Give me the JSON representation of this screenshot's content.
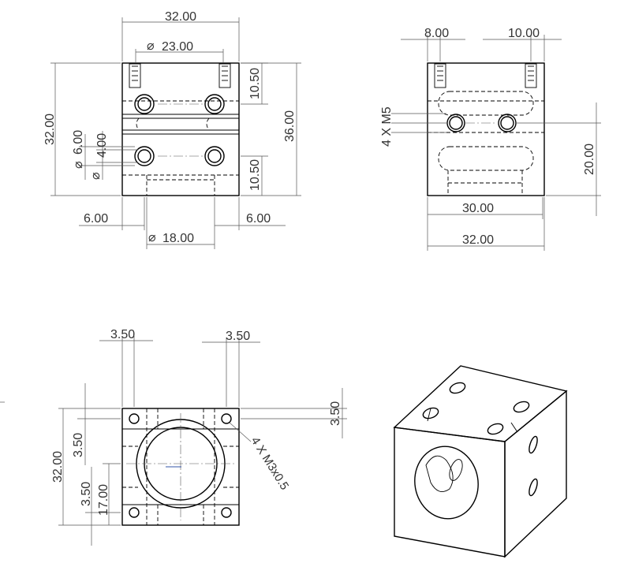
{
  "front_view": {
    "dims": {
      "width_top": "32.00",
      "bore_outer": "23.00",
      "height_left": "32.00",
      "upper_offset": "10.50",
      "height_right": "36.00",
      "hole_dia_a": "6.00",
      "hole_dia_b": "4.00",
      "lower_offset": "10.50",
      "edge_left": "6.00",
      "edge_right": "6.00",
      "bore_inner": "18.00"
    }
  },
  "side_view": {
    "dims": {
      "left_offset": "8.00",
      "right_offset": "10.00",
      "thread_callout": "4 X M5",
      "hole_height": "20.00",
      "inner_width": "30.00",
      "overall_width": "32.00"
    }
  },
  "top_view": {
    "dims": {
      "left_inset": "3.50",
      "right_inset": "3.50",
      "right_vertical": "3.50",
      "overall_height": "32.00",
      "upper_vertical": "3.50",
      "lower_vertical": "3.50",
      "hole_center": "17.00",
      "thread_callout": "4 X M3x0.5"
    }
  }
}
